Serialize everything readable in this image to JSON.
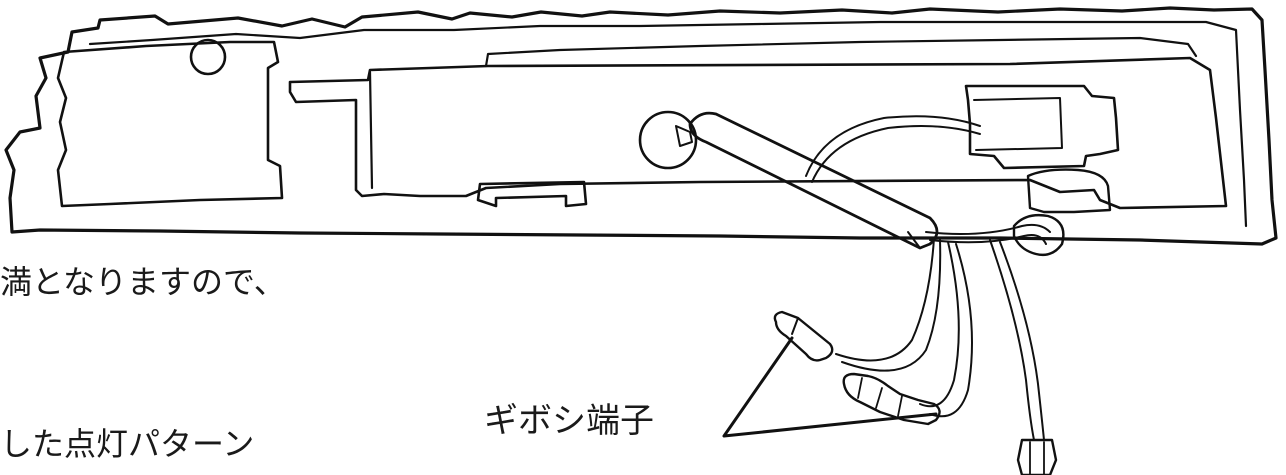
{
  "text_lines": {
    "line1": "満となりますので、",
    "line2": "した点灯パターン"
  },
  "callout": {
    "label": "ギボシ端子"
  }
}
